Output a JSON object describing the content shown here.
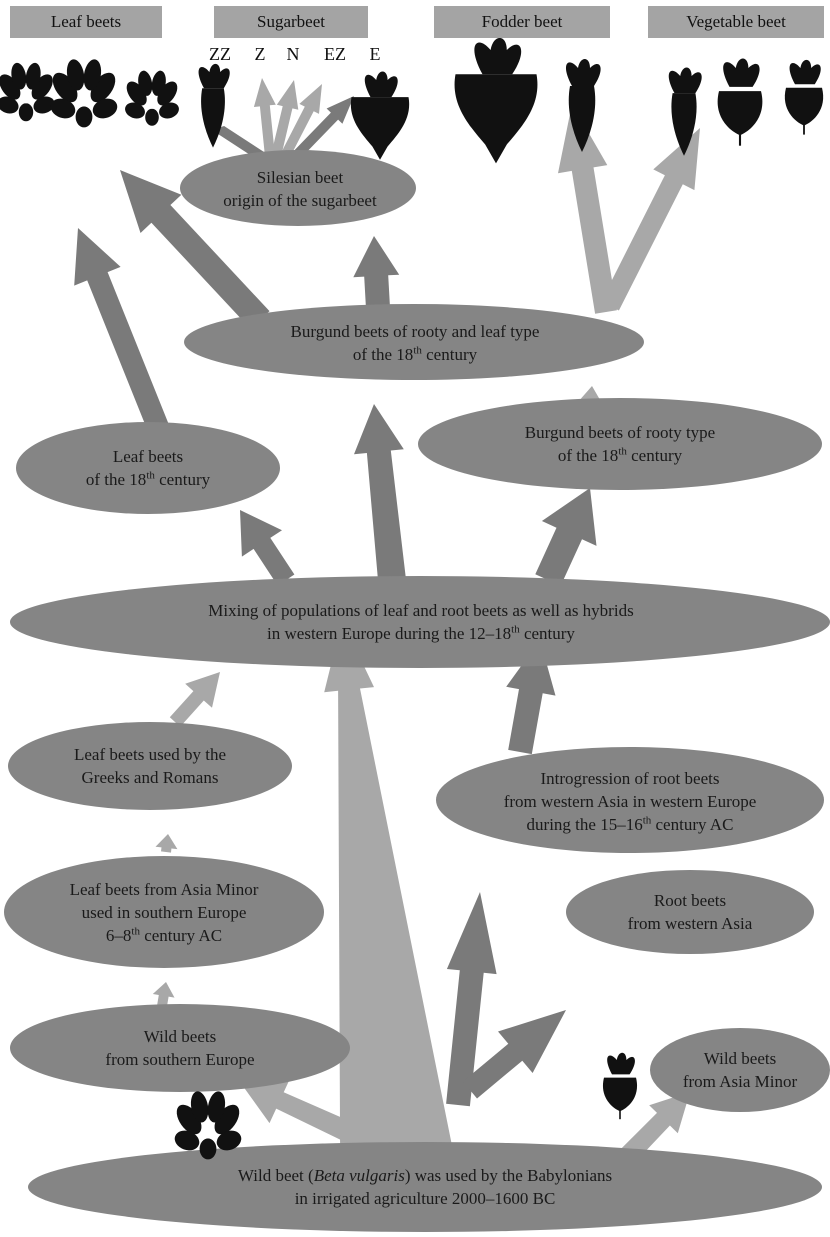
{
  "headers": {
    "leaf_beets": "Leaf beets",
    "sugarbeet": "Sugarbeet",
    "fodder_beet": "Fodder beet",
    "vegetable_beet": "Vegetable beet"
  },
  "sugarbeet_types": [
    "ZZ",
    "Z",
    "N",
    "EZ",
    "E"
  ],
  "nodes": {
    "silesian": {
      "line1": "Silesian beet",
      "line2": "origin of the sugarbeet"
    },
    "burgund_rooty_leaf": {
      "line1": "Burgund beets of rooty and leaf type",
      "line2_pre": "of the 18",
      "line2_sup": "th",
      "line2_post": " century"
    },
    "burgund_rooty": {
      "line1": "Burgund beets of rooty type",
      "line2_pre": "of the 18",
      "line2_sup": "th",
      "line2_post": " century"
    },
    "leaf_18": {
      "line1": "Leaf beets",
      "line2_pre": "of the 18",
      "line2_sup": "th",
      "line2_post": " century"
    },
    "mixing": {
      "line1": "Mixing of populations of leaf and root beets as well as hybrids",
      "line2_pre": "in western Europe during the 12–18",
      "line2_sup": "th",
      "line2_post": " century"
    },
    "greeks_romans": {
      "line1": "Leaf beets used by the",
      "line2": "Greeks and Romans"
    },
    "introgression": {
      "line1": "Introgression of root beets",
      "line2": "from western Asia in western Europe",
      "line3_pre": "during the 15–16",
      "line3_sup": "th",
      "line3_post": " century AC"
    },
    "asia_minor_leaf": {
      "line1": "Leaf beets from Asia Minor",
      "line2": "used in southern Europe",
      "line3_pre": "6–8",
      "line3_sup": "th",
      "line3_post": " century AC"
    },
    "root_western_asia": {
      "line1": "Root beets",
      "line2": "from western Asia"
    },
    "wild_southern": {
      "line1": "Wild beets",
      "line2": "from southern Europe"
    },
    "wild_asia_minor": {
      "line1": "Wild beets",
      "line2": "from Asia Minor"
    },
    "babylonian": {
      "line1_pre": "Wild beet (",
      "line1_italic": "Beta vulgaris",
      "line1_post": ") was used by the Babylonians",
      "line2": "in irrigated agriculture 2000–1600 BC"
    }
  },
  "colors": {
    "ellipse": "#858585",
    "arrow_dark": "#7a7a7a",
    "arrow_light": "#a8a8a8",
    "header": "#a4a4a4",
    "silhouette": "#111111"
  }
}
